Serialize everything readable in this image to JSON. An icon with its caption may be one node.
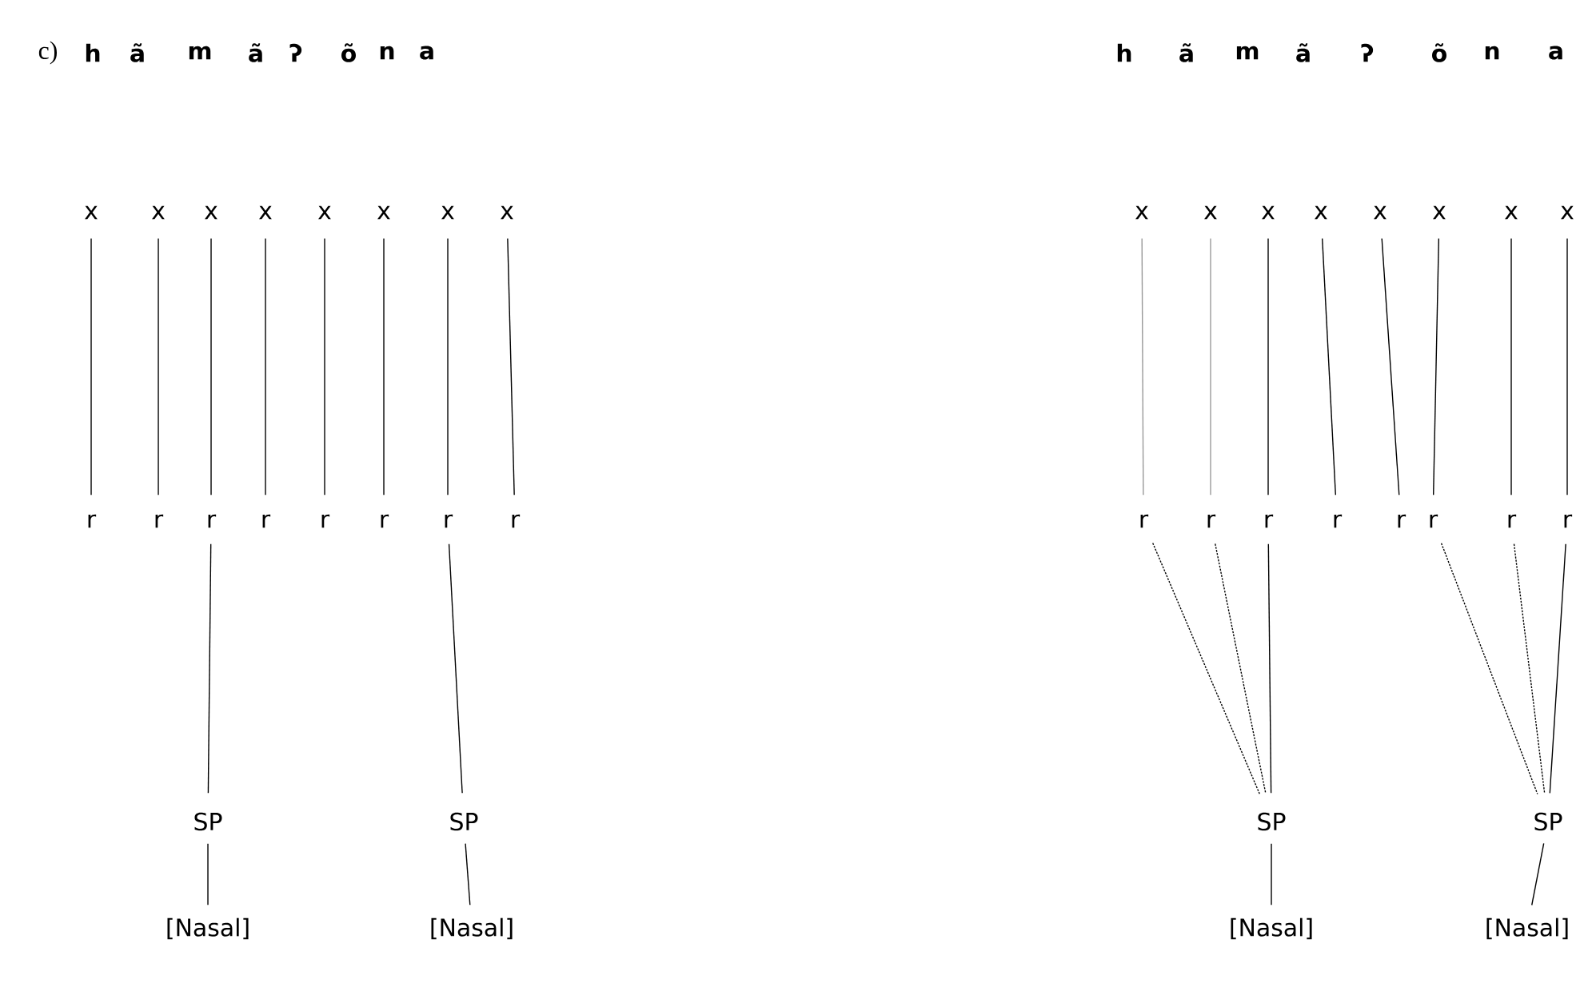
{
  "diagram": {
    "nodes": [
      {
        "text": [
          "h"
        ]
      },
      {
        "text": [
          "ã"
        ]
      },
      {
        "text": [
          "m"
        ]
      },
      {
        "text": [
          "ã"
        ]
      },
      {
        "text": [
          "ʔ"
        ]
      },
      {
        "text": [
          "õ"
        ]
      },
      {
        "text": [
          "n"
        ]
      },
      {
        "text": [
          "a"
        ]
      },
      {
        "text": [
          "x"
        ]
      },
      {
        "text": [
          "x"
        ]
      },
      {
        "text": [
          "x"
        ]
      },
      {
        "text": [
          "x"
        ]
      },
      {
        "text": [
          "x"
        ]
      },
      {
        "text": [
          "x"
        ]
      },
      {
        "text": [
          "x"
        ]
      },
      {
        "text": [
          "x"
        ]
      },
      {
        "text": [
          "r"
        ]
      },
      {
        "text": [
          "r"
        ]
      },
      {
        "text": [
          "r"
        ]
      },
      {
        "text": [
          "r"
        ]
      },
      {
        "text": [
          "r"
        ]
      },
      {
        "text": [
          "r"
        ]
      },
      {
        "text": [
          "r"
        ]
      },
      {
        "text": [
          "r"
        ]
      },
      {
        "text": [
          "SP"
        ]
      },
      {
        "text": [
          "SP"
        ]
      },
      {
        "text": [
          "[Nasal]"
        ]
      },
      {
        "text": [
          "[Nasal]"
        ]
      },
      {
        "text": [
          "h"
        ]
      },
      {
        "text": [
          "ã"
        ]
      },
      {
        "text": [
          "m"
        ]
      },
      {
        "text": [
          "ã"
        ]
      },
      {
        "text": [
          "ʔ"
        ]
      },
      {
        "text": [
          "õ"
        ]
      },
      {
        "text": [
          "n"
        ]
      },
      {
        "text": [
          "a"
        ]
      },
      {
        "text": [
          "x"
        ]
      },
      {
        "text": [
          "x"
        ]
      },
      {
        "text": [
          "x"
        ]
      },
      {
        "text": [
          "x"
        ]
      },
      {
        "text": [
          "x"
        ]
      },
      {
        "text": [
          "x"
        ]
      },
      {
        "text": [
          "x"
        ]
      },
      {
        "text": [
          "x"
        ]
      },
      {
        "text": [
          "r"
        ]
      },
      {
        "text": [
          "r"
        ]
      },
      {
        "text": [
          "r"
        ]
      },
      {
        "text": [
          "r"
        ]
      },
      {
        "text": [
          "r"
        ]
      },
      {
        "text": [
          "r"
        ]
      },
      {
        "text": [
          "r"
        ]
      },
      {
        "text": [
          "r"
        ]
      },
      {
        "text": [
          "SP"
        ]
      },
      {
        "text": [
          "SP"
        ]
      },
      {
        "text": [
          "[Nasal]"
        ]
      },
      {
        "text": [
          "[Nasal]"
        ]
      }
    ],
    "edges": [
      {
        "from": 8,
        "to": 16,
        "arrow": "none"
      },
      {
        "from": 9,
        "to": 17,
        "arrow": "none"
      },
      {
        "from": 10,
        "to": 18,
        "arrow": "none"
      },
      {
        "from": 11,
        "to": 19,
        "arrow": "none"
      },
      {
        "from": 12,
        "to": 20,
        "arrow": "none"
      },
      {
        "from": 13,
        "to": 21,
        "arrow": "none"
      },
      {
        "from": 14,
        "to": 22,
        "arrow": "none"
      },
      {
        "from": 15,
        "to": 23,
        "arrow": "none"
      },
      {
        "from": 18,
        "to": 24,
        "arrow": "none"
      },
      {
        "from": 22,
        "to": 25,
        "arrow": "none"
      },
      {
        "from": 24,
        "to": 26,
        "arrow": "none"
      },
      {
        "from": 25,
        "to": 27,
        "arrow": "none"
      },
      {
        "from": 36,
        "to": 44,
        "arrow": "none",
        "color": "#999999"
      },
      {
        "from": 37,
        "to": 45,
        "arrow": "none",
        "color": "#999999"
      },
      {
        "from": 38,
        "to": 46,
        "arrow": "none"
      },
      {
        "from": 39,
        "to": 47,
        "arrow": "none"
      },
      {
        "from": 40,
        "to": 48,
        "arrow": "none"
      },
      {
        "from": 41,
        "to": 49,
        "arrow": "none"
      },
      {
        "from": 42,
        "to": 50,
        "arrow": "none"
      },
      {
        "from": 43,
        "to": 51,
        "arrow": "none"
      },
      {
        "from": 44,
        "to": 52,
        "arrow": "none",
        "style": "dashed"
      },
      {
        "from": 45,
        "to": 52,
        "arrow": "none",
        "style": "dashed"
      },
      {
        "from": 46,
        "to": 52,
        "arrow": "none"
      },
      {
        "from": 49,
        "to": 53,
        "arrow": "none",
        "style": "dashed"
      },
      {
        "from": 50,
        "to": 53,
        "arrow": "none",
        "style": "dashed"
      },
      {
        "from": 51,
        "to": 53,
        "arrow": "none"
      },
      {
        "from": 52,
        "to": 54,
        "arrow": "none"
      },
      {
        "from": 53,
        "to": 55,
        "arrow": "none"
      }
    ],
    "labels": [
      "c)"
    ]
  }
}
